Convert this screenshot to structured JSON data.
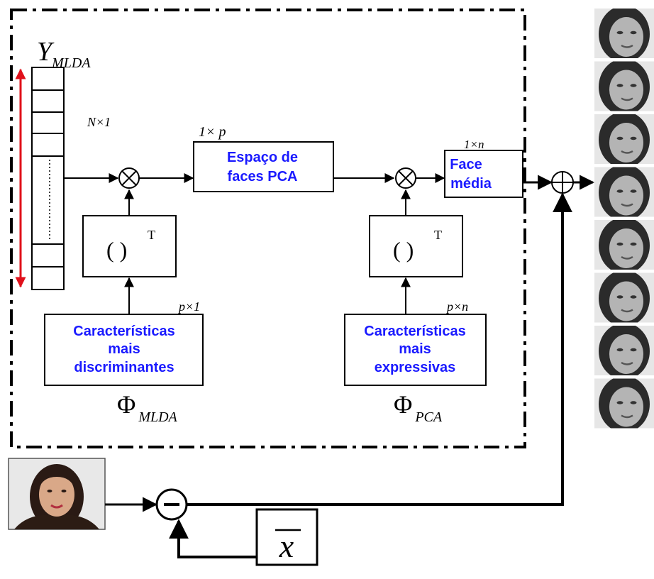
{
  "y_vector": {
    "symbol": "Y",
    "subscript": "MLDA",
    "dim_label": "N×1"
  },
  "pca_space": {
    "dim_label": "1× p",
    "line1": "Espaço de",
    "line2": "faces PCA"
  },
  "mean_face": {
    "dim_label": "1×n",
    "line1": "Face",
    "line2": "média"
  },
  "transpose": {
    "symbol": "(   )",
    "superscript": "T"
  },
  "mlda_features": {
    "dim_label": "p×1",
    "line1": "Características",
    "line2": "mais",
    "line3": "discriminantes",
    "phi": "Φ",
    "subscript": "MLDA"
  },
  "pca_features": {
    "dim_label": "p×n",
    "line1": "Características",
    "line2": "mais",
    "line3": "expressivas",
    "phi": "Φ",
    "subscript": "PCA"
  },
  "mean_vector": {
    "symbol": "x"
  },
  "colors": {
    "arrow_red": "#e0101a",
    "label_blue": "#1a1aff",
    "line": "#000000"
  },
  "output_faces_count": 8
}
